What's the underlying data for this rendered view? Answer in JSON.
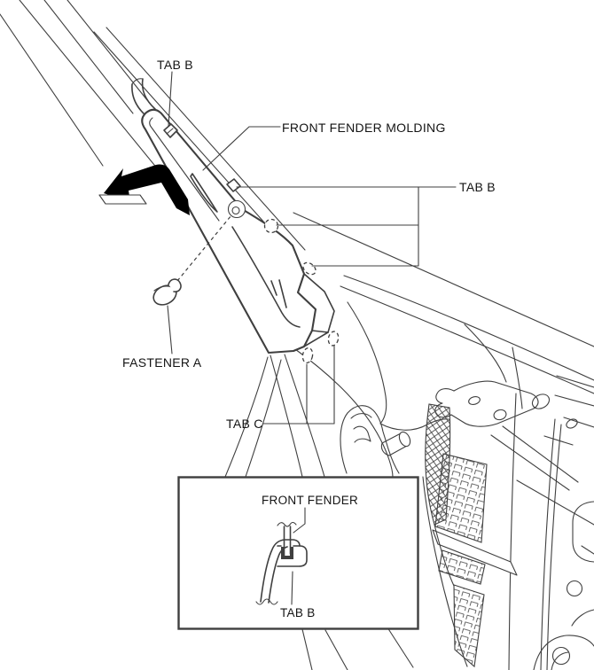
{
  "diagram": {
    "title": "Front fender molding removal diagram",
    "labels": {
      "tab_b_top": "TAB B",
      "front_fender_molding": "FRONT FENDER MOLDING",
      "tab_b_right": "TAB B",
      "fastener_a": "FASTENER A",
      "tab_c": "TAB C",
      "inset_front_fender": "FRONT FENDER",
      "inset_tab_b": "TAB B"
    },
    "colors": {
      "line": "#3f3f3f",
      "text": "#141414",
      "background": "#ffffff",
      "arrow_fill": "#000000"
    }
  }
}
